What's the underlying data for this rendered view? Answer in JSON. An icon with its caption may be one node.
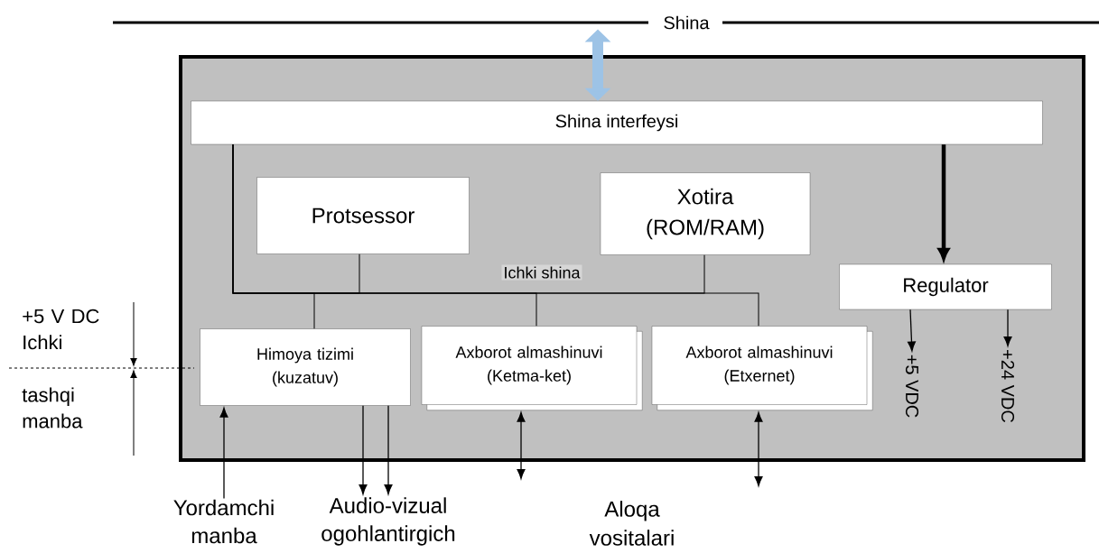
{
  "diagram": {
    "nodes": [
      {
        "text": [],
        "shape": "box"
      },
      {
        "text": [
          "Shina"
        ]
      },
      {
        "text": [
          "Shina interfeysi"
        ],
        "in": 0
      },
      {
        "text": [
          "Protsessor"
        ],
        "in": 0
      },
      {
        "text": [
          "Xotira (ROM/RAM)"
        ],
        "in": 0
      },
      {
        "text": [
          "Regulator"
        ],
        "in": 0
      },
      {
        "text": [
          "Himoya tizimi (kuzatuv)"
        ],
        "in": 0
      },
      {
        "text": [
          "Axborot almashinuvi (Ketma-ket)"
        ],
        "in": 0
      },
      {
        "text": [
          "Axborot almashinuvi (Etxernet)"
        ],
        "in": 0
      },
      {
        "text": [
          "Yordamchi manba"
        ]
      },
      {
        "text": [
          "Audio-vizual ogohlantirgich"
        ]
      },
      {
        "text": [
          "+5 VDC"
        ],
        "in": 0
      },
      {
        "text": [
          "+24 VDC"
        ],
        "in": 0
      }
    ],
    "edges": [
      {
        "from": 1,
        "to": 2,
        "arrow": "both",
        "style": "thick",
        "color": "#9dc3e6"
      },
      {
        "from": 2,
        "to": 5,
        "arrow": "to",
        "style": "thick"
      },
      {
        "from": 2,
        "to": 3,
        "arrow": "none"
      },
      {
        "from": 2,
        "to": 4,
        "arrow": "none"
      },
      {
        "from": 2,
        "to": 6,
        "arrow": "none"
      },
      {
        "from": 2,
        "to": 7,
        "arrow": "none"
      },
      {
        "from": 2,
        "to": 8,
        "arrow": "none"
      },
      {
        "from": 5,
        "to": 11,
        "arrow": "to"
      },
      {
        "from": 5,
        "to": 12,
        "arrow": "to"
      },
      {
        "from": 9,
        "to": 6,
        "arrow": "to"
      },
      {
        "from": 6,
        "to": 10,
        "arrow": "to"
      },
      {
        "from": 6,
        "to": 10,
        "arrow": "to"
      },
      {
        "from": 7,
        "to": null,
        "arrow": "both"
      },
      {
        "from": 8,
        "to": null,
        "arrow": "both"
      }
    ],
    "labels": [
      "Ichki shina",
      "+5 V DC Ichki",
      "tashqi manba",
      "Aloqa vositalari"
    ]
  }
}
